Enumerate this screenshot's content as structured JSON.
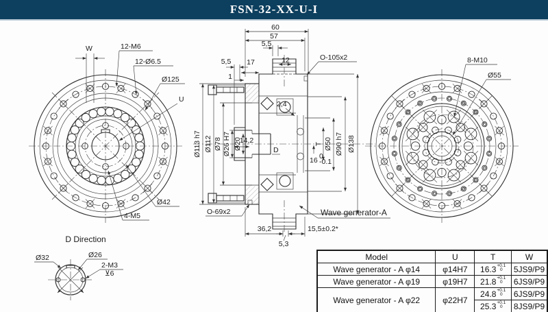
{
  "title_bar": {
    "title": "FSN-32-XX-U-I"
  },
  "colors": {
    "title_bg": "#0d3f5e",
    "title_text": "#ffffff",
    "line": "#2e2e2e"
  },
  "front_view": {
    "w_label": "W",
    "tapped_holes_label": "12-M6",
    "through_holes_label": "12-Ø6.5",
    "flange_dia_label": "Ø125",
    "bore_label": "U",
    "hub_dia_label": "Ø42",
    "hub_tapped_label": "4-M5"
  },
  "section_view": {
    "width_total": "60",
    "width_57": "57",
    "width_5_5_top": "5,5",
    "width_12": "12",
    "width_5_5_left": "5,5",
    "width_17": "17",
    "width_1": "1",
    "oring_top": "O-105x2",
    "dia_113": "Ø113 h7",
    "dia_112": "Ø112",
    "dia_78": "Ø78",
    "dia_26": "Ø26 H7",
    "dia_20": "Ø20",
    "depth_14_2": "14,2",
    "dim_2_4": "2,4",
    "dim_T": "T",
    "dia_50": "Ø50",
    "dia_90": "Ø90 h7",
    "dia_138": "Ø138",
    "dim_16": "16",
    "dim_16_tol_up": "0",
    "dim_16_tol_dn": "-0.1",
    "label_D": "D",
    "oring_bottom": "O-69x2",
    "width_36_2": "36,2",
    "width_5_3": "5,3",
    "width_15_5": "15,5±0.2*",
    "wave_generator": "Wave generator-A"
  },
  "rear_view": {
    "tapped_holes_label": "8-M10",
    "bore_label": "Ø55"
  },
  "detail_view": {
    "title": "D Direction",
    "dia_32": "Ø32",
    "dia_26": "Ø26",
    "holes_label": "2-M3",
    "depth_label": "⊻6"
  },
  "spec_table": {
    "headers": [
      "Model",
      "U",
      "T",
      "W"
    ],
    "rows": [
      {
        "model": "Wave generator - A φ14",
        "u": "φ14H7",
        "t": "16.3",
        "t_tol_upper": "+0.1",
        "t_tol_lower": "0",
        "w": "5JS9/P9"
      },
      {
        "model": "Wave generator - A φ19",
        "u": "φ19H7",
        "t": "21.8",
        "t_tol_upper": "+0.1",
        "t_tol_lower": "0",
        "w": "6JS9/P9"
      },
      {
        "model": "Wave generator - A φ22",
        "u": "φ22H7",
        "t": "24.8",
        "t_tol_upper": "+0.1",
        "t_tol_lower": "0",
        "w": "6JS9/P9"
      },
      {
        "t": "25.3",
        "t_tol_upper": "+0.1",
        "t_tol_lower": "0",
        "w": "8JS9/P9"
      }
    ]
  }
}
